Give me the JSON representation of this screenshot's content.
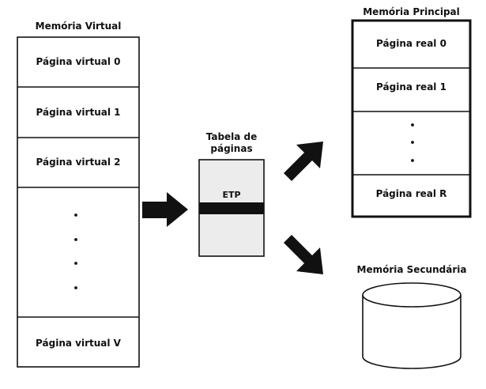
{
  "virtual_memory": {
    "title": "Memória Virtual",
    "pages": [
      "Página virtual 0",
      "Página virtual 1",
      "Página virtual 2",
      "Página virtual V"
    ]
  },
  "page_table": {
    "title_line1": "Tabela de",
    "title_line2": "páginas",
    "entry_label": "ETP"
  },
  "main_memory": {
    "title": "Memória Principal",
    "pages": [
      "Página real 0",
      "Página real 1",
      "Página real R"
    ]
  },
  "secondary_memory": {
    "title": "Memória Secundária"
  }
}
